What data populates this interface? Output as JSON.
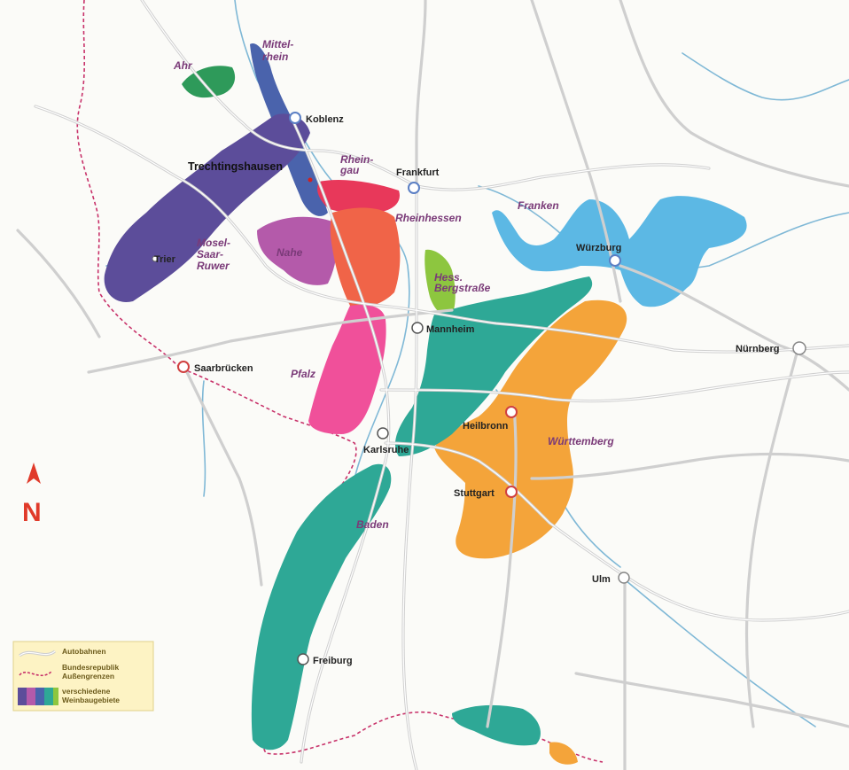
{
  "regions": [
    {
      "id": "ahr",
      "label": "Ahr",
      "color": "#2e9a5a"
    },
    {
      "id": "mittelrhein",
      "label": "Mittel-\nrhein",
      "color": "#4a63ac"
    },
    {
      "id": "mosel",
      "label": "Mosel-\nSaar-\nRuwer",
      "color": "#5c4d9a"
    },
    {
      "id": "rheingau",
      "label": "Rhein-\ngau",
      "color": "#e8385a"
    },
    {
      "id": "rheinhessen",
      "label": "Rheinhessen",
      "color": "#f06448"
    },
    {
      "id": "nahe",
      "label": "Nahe",
      "color": "#b45aaa"
    },
    {
      "id": "pfalz",
      "label": "Pfalz",
      "color": "#f0509a"
    },
    {
      "id": "hess",
      "label": "Hess.\nBergstraße",
      "color": "#8dc63f"
    },
    {
      "id": "franken",
      "label": "Franken",
      "color": "#5cb8e4"
    },
    {
      "id": "wuerttemberg",
      "label": "Württemberg",
      "color": "#f4a43a"
    },
    {
      "id": "baden",
      "label": "Baden",
      "color": "#2ea896"
    }
  ],
  "cities": [
    {
      "name": "Koblenz"
    },
    {
      "name": "Frankfurt"
    },
    {
      "name": "Trier"
    },
    {
      "name": "Saarbrücken"
    },
    {
      "name": "Mannheim"
    },
    {
      "name": "Karlsruhe"
    },
    {
      "name": "Heilbronn"
    },
    {
      "name": "Stuttgart"
    },
    {
      "name": "Würzburg"
    },
    {
      "name": "Nürnberg"
    },
    {
      "name": "Ulm"
    },
    {
      "name": "Freiburg"
    }
  ],
  "highlight": {
    "name": "Trechtingshausen"
  },
  "north": {
    "letter": "N"
  },
  "legend": {
    "items": [
      {
        "label": "Autobahnen"
      },
      {
        "label": "Bundesrepublik\nAußengrenzen"
      },
      {
        "label": "verschiedene\nWeinbaugebiete"
      }
    ],
    "swatches": [
      "#5c4d9a",
      "#b45aaa",
      "#4a63ac",
      "#2ea896",
      "#8dc63f"
    ]
  },
  "colors": {
    "road": "#cfcfcf",
    "river": "#7fb8d6",
    "border": "#c8326a",
    "north": "#e03a2a",
    "legend_bg": "#fdf3c4"
  }
}
